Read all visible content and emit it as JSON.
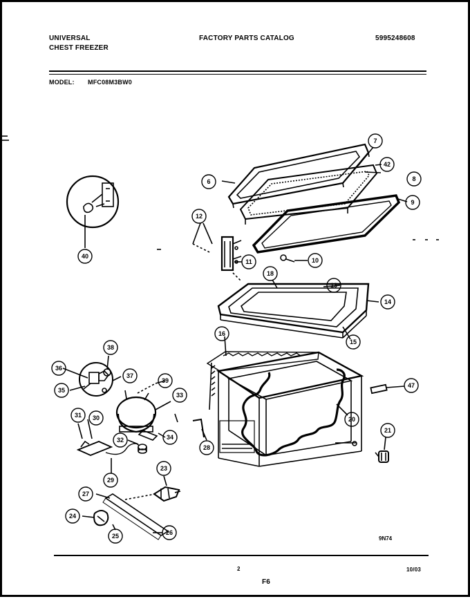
{
  "header": {
    "brand_line1": "UNIVERSAL",
    "brand_line2": "CHEST FREEZER",
    "catalog_title": "FACTORY PARTS CATALOG",
    "catalog_number": "5995248608",
    "model_label": "MODEL:",
    "model_number": "MFC08M3BW0"
  },
  "callouts": [
    "6",
    "7",
    "42",
    "8",
    "9",
    "12",
    "11",
    "10",
    "40",
    "18",
    "13",
    "14",
    "15",
    "16",
    "38",
    "36",
    "37",
    "39",
    "35",
    "33",
    "31",
    "30",
    "34",
    "32",
    "28",
    "20",
    "47",
    "21",
    "23",
    "29",
    "27",
    "24",
    "25",
    "26"
  ],
  "figure_code": "9N74",
  "footer": {
    "page_number": "2",
    "page_ref": "F6",
    "date": "10/03"
  }
}
